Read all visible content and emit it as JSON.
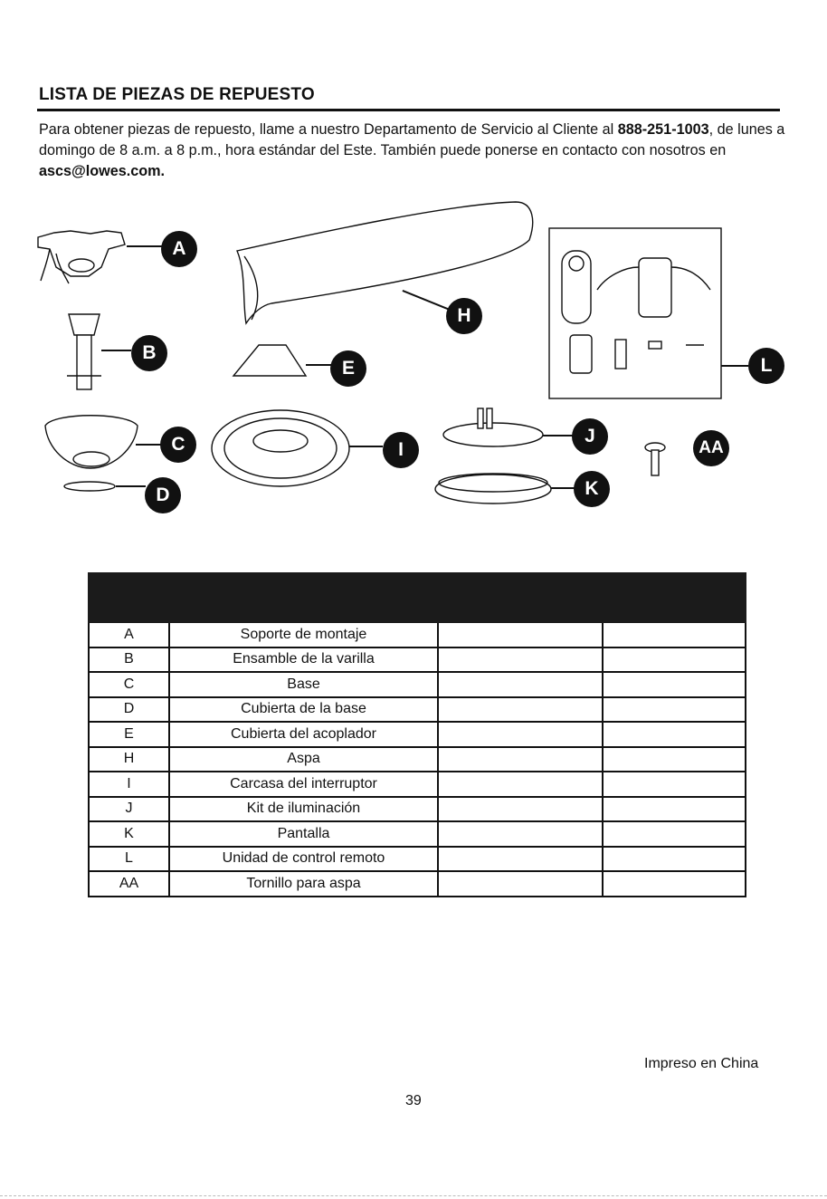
{
  "section_title": "LISTA DE PIEZAS DE REPUESTO",
  "intro": {
    "text_1": "Para obtener piezas de repuesto, llame a nuestro Departamento de Servicio al Cliente al ",
    "phone": "888-251-1003",
    "text_2": ", de lunes a domingo de 8 a.m. a 8 p.m., hora estándar del Este. También puede ponerse en contacto con nosotros en ",
    "email": "ascs@lowes.com."
  },
  "callouts": [
    "A",
    "B",
    "C",
    "D",
    "E",
    "H",
    "I",
    "J",
    "K",
    "L",
    "AA"
  ],
  "parts": [
    {
      "letter": "A",
      "description": "Soporte de montaje"
    },
    {
      "letter": "B",
      "description": "Ensamble de la varilla"
    },
    {
      "letter": "C",
      "description": "Base"
    },
    {
      "letter": "D",
      "description": "Cubierta de la base"
    },
    {
      "letter": "E",
      "description": "Cubierta del acoplador"
    },
    {
      "letter": "H",
      "description": "Aspa"
    },
    {
      "letter": "I",
      "description": "Carcasa del interruptor"
    },
    {
      "letter": "J",
      "description": "Kit de iluminación"
    },
    {
      "letter": "K",
      "description": "Pantalla"
    },
    {
      "letter": "L",
      "description": "Unidad de control remoto"
    },
    {
      "letter": "AA",
      "description": "Tornillo para aspa"
    }
  ],
  "footer": {
    "printed_in": "Impreso en China",
    "page_number": "39"
  }
}
